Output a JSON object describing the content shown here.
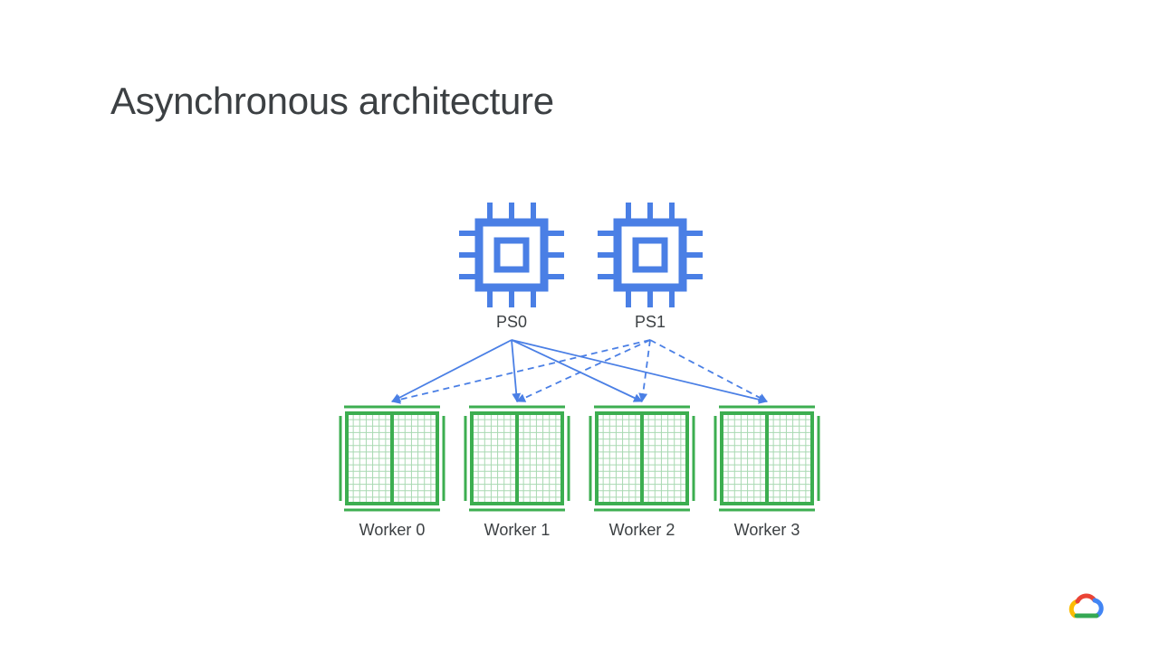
{
  "slide": {
    "title": "Asynchronous architecture"
  },
  "parameter_servers": [
    {
      "id": "ps0",
      "label": "PS0",
      "icon": "cpu-chip-icon"
    },
    {
      "id": "ps1",
      "label": "PS1",
      "icon": "cpu-chip-icon"
    }
  ],
  "workers": [
    {
      "id": "w0",
      "label": "Worker 0",
      "icon": "tpu-grid-icon"
    },
    {
      "id": "w1",
      "label": "Worker 1",
      "icon": "tpu-grid-icon"
    },
    {
      "id": "w2",
      "label": "Worker 2",
      "icon": "tpu-grid-icon"
    },
    {
      "id": "w3",
      "label": "Worker 3",
      "icon": "tpu-grid-icon"
    }
  ],
  "connections": [
    {
      "from": "ps0",
      "to": "w0",
      "style": "solid"
    },
    {
      "from": "ps0",
      "to": "w1",
      "style": "solid"
    },
    {
      "from": "ps0",
      "to": "w2",
      "style": "solid"
    },
    {
      "from": "ps0",
      "to": "w3",
      "style": "solid"
    },
    {
      "from": "ps1",
      "to": "w0",
      "style": "dashed"
    },
    {
      "from": "ps1",
      "to": "w1",
      "style": "dashed"
    },
    {
      "from": "ps1",
      "to": "w2",
      "style": "dashed"
    },
    {
      "from": "ps1",
      "to": "w3",
      "style": "dashed"
    }
  ],
  "colors": {
    "cpu": "#4a7fe5",
    "arrow": "#4a7fe5",
    "worker": "#3cae50",
    "worker_grid": "#a9d9b2",
    "text": "#3c4043"
  },
  "logo": {
    "icon": "google-cloud-logo-icon"
  }
}
